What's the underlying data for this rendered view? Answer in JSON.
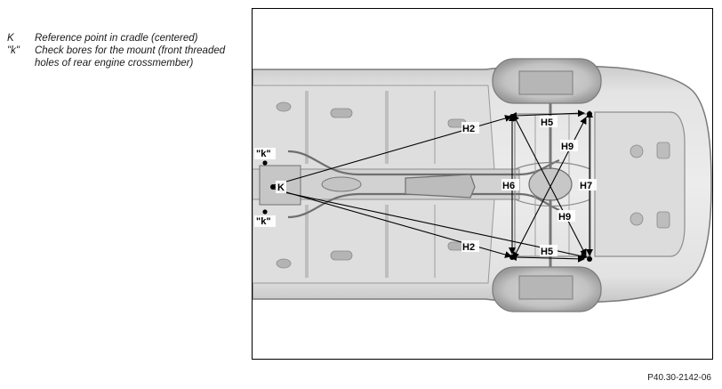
{
  "legend": [
    {
      "key": "K",
      "text": "Reference point in cradle (centered)"
    },
    {
      "key": "\"k\"",
      "text": "Check bores for the mount (front threaded holes of rear engine crossmember)"
    }
  ],
  "diagram": {
    "labels": {
      "K": "K",
      "k_top": "\"k\"",
      "k_bottom": "\"k\"",
      "H2_top": "H2",
      "H2_bottom": "H2",
      "H5_top": "H5",
      "H5_bottom": "H5",
      "H6": "H6",
      "H7": "H7",
      "H9_top": "H9",
      "H9_bottom": "H9"
    }
  },
  "figure_code": "P40.30-2142-06"
}
